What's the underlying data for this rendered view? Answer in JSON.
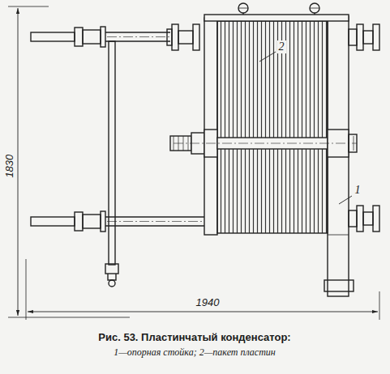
{
  "diagram": {
    "caption": "Рис. 53. Пластинчатый конденсатор:",
    "labels": [
      "1830",
      "1940",
      "2",
      "1",
      "1—опорная стойка; 2—пакет пластин"
    ]
  }
}
